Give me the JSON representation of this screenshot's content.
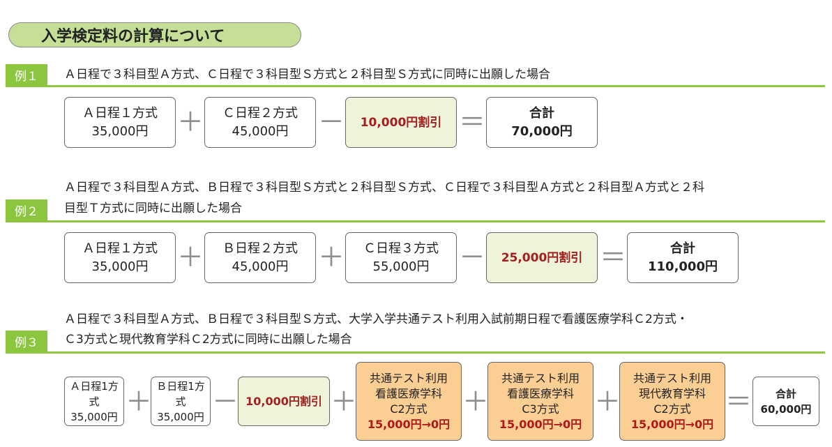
{
  "title": "入学検定料の計算について",
  "examples": [
    {
      "tag": "例１",
      "text_lines": [
        "Ａ日程で３科目型Ａ方式、Ｃ日程で３科目型Ｓ方式と２科目型Ｓ方式に同時に出願した場合"
      ],
      "items": [
        {
          "label": "Ａ日程１方式",
          "price": "35,000円"
        },
        {
          "label": "Ｃ日程２方式",
          "price": "45,000円"
        }
      ],
      "discount": "10,000円割引",
      "total": {
        "label": "合計",
        "value": "70,000円"
      }
    },
    {
      "tag": "例２",
      "text_lines": [
        "Ａ日程で３科目型Ａ方式、Ｂ日程で３科目型Ｓ方式と２科目型Ｓ方式、Ｃ日程で３科目型Ａ方式と２科目型Ａ方式と２科",
        "目型Ｔ方式に同時に出願した場合"
      ],
      "items": [
        {
          "label": "Ａ日程１方式",
          "price": "35,000円"
        },
        {
          "label": "Ｂ日程２方式",
          "price": "45,000円"
        },
        {
          "label": "Ｃ日程３方式",
          "price": "55,000円"
        }
      ],
      "discount": "25,000円割引",
      "total": {
        "label": "合計",
        "value": "110,000円"
      }
    },
    {
      "tag": "例３",
      "text_lines": [
        "Ａ日程で３科目型Ａ方式、Ｂ日程で３科目型Ｓ方式、大学入学共通テスト利用入試前期日程で看護医療学科Ｃ2方式・",
        "Ｃ3方式と現代教育学科Ｃ2方式に同時に出願した場合"
      ],
      "items": [
        {
          "label": "Ａ日程1方式",
          "price": "35,000円"
        },
        {
          "label": "Ｂ日程1方式",
          "price": "35,000円"
        }
      ],
      "discount": "10,000円割引",
      "common": [
        {
          "line1": "共通テスト利用",
          "line2": "看護医療学科",
          "line3": "C2方式",
          "price": "15,000円→0円"
        },
        {
          "line1": "共通テスト利用",
          "line2": "看護医療学科",
          "line3": "C3方式",
          "price": "15,000円→0円"
        },
        {
          "line1": "共通テスト利用",
          "line2": "現代教育学科",
          "line3": "C2方式",
          "price": "15,000円→0円"
        }
      ],
      "total": {
        "label": "合計",
        "value": "60,000円"
      }
    }
  ],
  "operators": {
    "plus": "＋",
    "minus": "－",
    "equals": "＝"
  },
  "colors": {
    "accent_green": "#8cc63e",
    "title_bg": "#c5df96",
    "discount_bg": "#edf4d9",
    "discount_text": "#a32020",
    "common_bg": "#fbcf94"
  }
}
